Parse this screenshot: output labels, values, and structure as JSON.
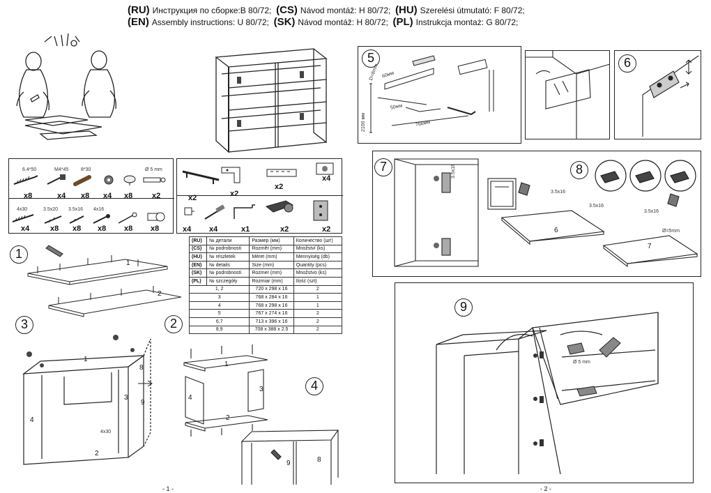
{
  "header": {
    "line1": [
      {
        "code": "(RU)",
        "text": "Инструкция по сборке:В 80/72;"
      },
      {
        "code": "(CS)",
        "text": "Návod montáž: H 80/72;"
      },
      {
        "code": "(HU)",
        "text": "Szerelési útmutató: F 80/72;"
      }
    ],
    "line2": [
      {
        "code": "(EN)",
        "text": "Assembly instructions: U 80/72;"
      },
      {
        "code": "(SK)",
        "text": "Návod montáž: H 80/72;"
      },
      {
        "code": "(PL)",
        "text": "Instrukcja montaż: G 80/72;"
      }
    ]
  },
  "hardware_left": {
    "items": [
      {
        "label": "6.4*50",
        "qty": "x8",
        "icon": "screw-icon"
      },
      {
        "label": "M4*45",
        "qty": "x4",
        "icon": "bolt-icon"
      },
      {
        "label": "8*30",
        "qty": "x8",
        "icon": "dowel-icon"
      },
      {
        "label": "",
        "qty": "x4",
        "icon": "nut-icon"
      },
      {
        "label": "",
        "qty": "x8",
        "icon": "cap-icon"
      },
      {
        "label": "Ø 5 mm",
        "qty": "x2",
        "icon": "pin-icon"
      },
      {
        "label": "4x30",
        "qty": "x4",
        "icon": "screw-icon"
      },
      {
        "label": "3.5x20",
        "qty": "x8",
        "icon": "screw-icon"
      },
      {
        "label": "3.5x16",
        "qty": "x8",
        "icon": "screw-icon"
      },
      {
        "label": "4x16",
        "qty": "x8",
        "icon": "screw-icon"
      },
      {
        "label": "",
        "qty": "x8",
        "icon": "nail-icon"
      },
      {
        "label": "",
        "qty": "x8",
        "icon": "cam-connector-icon"
      }
    ]
  },
  "hardware_right": {
    "items": [
      {
        "qty": "x2",
        "icon": "handle-icon"
      },
      {
        "qty": "x2",
        "icon": "hanger-bracket-icon"
      },
      {
        "qty": "x2",
        "icon": "rail-icon"
      },
      {
        "qty": "x4",
        "icon": "hinge-plate-icon"
      },
      {
        "qty": "x4",
        "icon": "shelf-support-icon"
      },
      {
        "qty": "x4",
        "icon": "anchor-icon"
      },
      {
        "qty": "x1",
        "icon": "hook-icon"
      },
      {
        "qty": "x2",
        "icon": "hinge-icon"
      },
      {
        "qty": "x2",
        "icon": "mounting-plate-icon"
      }
    ]
  },
  "parts_table": {
    "header_rows": [
      {
        "code": "(RU)",
        "col1": "№ детали",
        "col2": "Размер  (мм)",
        "col3": "Количество (шт)"
      },
      {
        "code": "(CS)",
        "col1": "№ podrobnosti",
        "col2": "Rozměr (mm)",
        "col3": "Množství (ks)"
      },
      {
        "code": "(HU)",
        "col1": "№ részletek",
        "col2": "Méret (mm)",
        "col3": "Mennyiség (db)"
      },
      {
        "code": "(EN)",
        "col1": "№ details",
        "col2": "Size (mm)",
        "col3": "Quantity  (pcs)"
      },
      {
        "code": "(SK)",
        "col1": "№ podrobnosti",
        "col2": "Rozmer (mm)",
        "col3": "Množstvo (ks)"
      },
      {
        "code": "(PL)",
        "col1": "№ szczegóły",
        "col2": "Rozmiar (mm)",
        "col3": "Ilość (szt)"
      }
    ],
    "rows": [
      {
        "part": "1, 2",
        "size": "720 x 298 x 16",
        "qty": "2"
      },
      {
        "part": "3",
        "size": "768 x 284 x 16",
        "qty": "1"
      },
      {
        "part": "4",
        "size": "768 x 298 x 16",
        "qty": "1"
      },
      {
        "part": "5",
        "size": "767 x 274 x 16",
        "qty": "2"
      },
      {
        "part": "6,7",
        "size": "713 x 396 x 16",
        "qty": "2"
      },
      {
        "part": "8,9",
        "size": "708 x 388 x 2.5",
        "qty": "2"
      }
    ]
  },
  "steps": {
    "s1": "1",
    "s2": "2",
    "s3": "3",
    "s4": "4",
    "s5": "5",
    "s6": "6",
    "s7": "7",
    "s8": "8",
    "s9": "9"
  },
  "step5": {
    "d_label": "D=8mm",
    "depth": "60мм",
    "width": "766мм",
    "height": "2100 мм",
    "ref": "50мм"
  },
  "step8": {
    "screw_a": "3.5x16",
    "screw_b": "3.5x16",
    "screw_c": "3.5x16",
    "d_label": "Ø=5mm",
    "part6": "6",
    "part7": "7"
  },
  "step7": {
    "screw": "3.5x16"
  },
  "step9": {
    "d_label": "Ø 5 mm"
  },
  "step3": {
    "screw": "4x30",
    "p1": "1",
    "p2": "2",
    "p3": "3",
    "p4": "4",
    "p8": "8",
    "p9": "9"
  },
  "step2": {
    "p1": "1",
    "p2": "2",
    "p3": "3",
    "p4": "4"
  },
  "step1": {
    "p1": "1",
    "p2": "2"
  },
  "step4": {
    "p8": "8",
    "p9": "9"
  },
  "pages": {
    "left": "- 1 -",
    "right": "- 2 -"
  },
  "colors": {
    "line": "#222222",
    "paper": "#ffffff",
    "dark_panel": "#3a3a3a"
  }
}
